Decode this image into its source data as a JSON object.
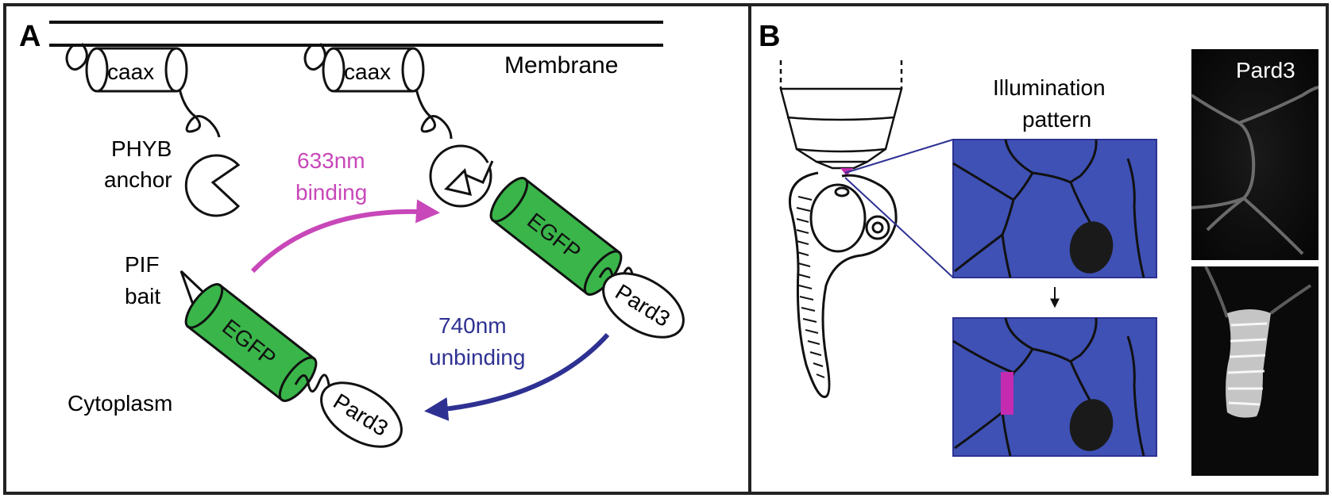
{
  "panel_a": {
    "letter": "A",
    "membrane_label": "Membrane",
    "cytoplasm_label": "Cytoplasm",
    "caax_label_1": "caax",
    "caax_label_2": "caax",
    "phyb_line1": "PHYB",
    "phyb_line2": "anchor",
    "pif_line1": "PIF",
    "pif_line2": "bait",
    "binding_line1": "633nm",
    "binding_line2": "binding",
    "unbinding_line1": "740nm",
    "unbinding_line2": "unbinding",
    "egfp_label_1": "EGFP",
    "egfp_label_2": "EGFP",
    "pard3_label_1": "Pard3",
    "pard3_label_2": "Pard3"
  },
  "panel_b": {
    "letter": "B",
    "illum_line1": "Illumination",
    "illum_line2": "pattern",
    "micrograph_label": "Pard3"
  },
  "colors": {
    "egfp_green": "#3ab54a",
    "binding_magenta": "#c847b9",
    "unbinding_blue": "#2e3192",
    "illum_blue": "#3f51b5",
    "illum_magenta": "#c42bb0"
  }
}
